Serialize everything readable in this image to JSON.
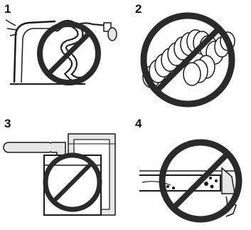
{
  "panels": [
    {
      "number": "1",
      "icon": "no-crushed-duct-icon"
    },
    {
      "number": "2",
      "icon": "no-excess-duct-icon"
    },
    {
      "number": "3",
      "icon": "no-duct-behind-dryer-icon"
    },
    {
      "number": "4",
      "icon": "no-vent-hood-obstruction-icon"
    }
  ],
  "colors": {
    "stroke": "#1a1a1a",
    "prohibit": "#2a2a2a",
    "fill_light": "#e6e6e6"
  }
}
